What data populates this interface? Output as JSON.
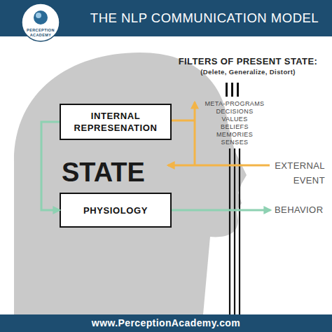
{
  "diagram": {
    "title": "THE NLP COMMUNICATION MODEL",
    "nodes": [
      {
        "text": [
          "STATE"
        ]
      },
      {
        "text": [
          "INTERNAL REPRESENATION"
        ],
        "in": 0
      },
      {
        "text": [
          "PHYSIOLOGY"
        ],
        "in": 0
      }
    ],
    "edges": [
      {
        "from": 1,
        "to": 2,
        "arrow": "to"
      }
    ],
    "labels": [
      "PERCEPTION ACADEMY",
      "FILTERS OF PRESENT STATE:",
      "(Delete, Generalize, Distort)",
      "META-PROGRAMS",
      "DECISIONS",
      "VALUES",
      "BELIEFS",
      "MEMORIES",
      "SENSES",
      "EXTERNAL EVENT",
      "BEHAVIOR",
      "www.PerceptionAcademy.com"
    ]
  }
}
